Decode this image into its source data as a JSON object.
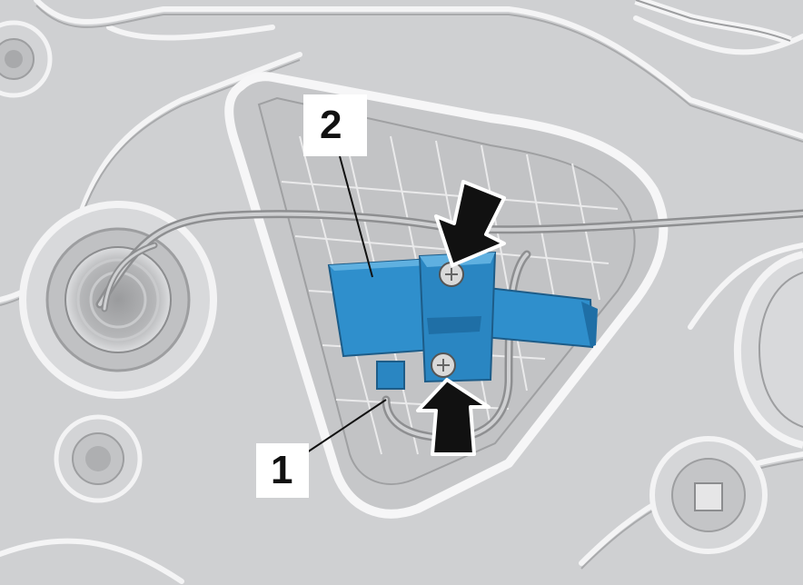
{
  "diagram": {
    "callouts": [
      {
        "id": "callout-1",
        "label": "1"
      },
      {
        "id": "callout-2",
        "label": "2"
      }
    ],
    "colors": {
      "background": "#cfd0d2",
      "panel_line": "#ffffff",
      "component": "#2f8fcc",
      "component_dark": "#1f6fa6",
      "arrow": "#111111",
      "screw": "#d9d9d9"
    }
  }
}
